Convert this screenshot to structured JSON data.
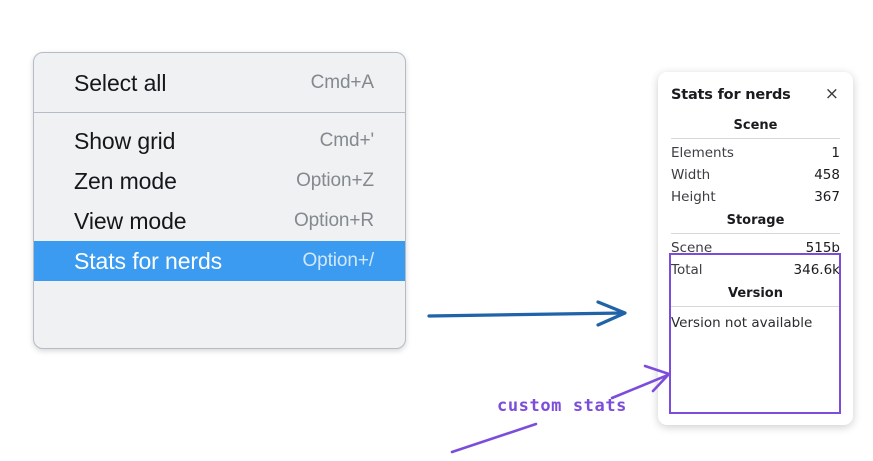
{
  "context_menu": {
    "groups": [
      {
        "items": [
          {
            "label": "Select all",
            "shortcut": "Cmd+A",
            "selected": false
          }
        ]
      },
      {
        "items": [
          {
            "label": "Show grid",
            "shortcut": "Cmd+'",
            "selected": false
          },
          {
            "label": "Zen mode",
            "shortcut": "Option+Z",
            "selected": false
          },
          {
            "label": "View mode",
            "shortcut": "Option+R",
            "selected": false
          },
          {
            "label": "Stats for nerds",
            "shortcut": "Option+/",
            "selected": true
          }
        ]
      }
    ],
    "selected_bg": "#3b9bf0"
  },
  "stats_panel": {
    "title": "Stats for nerds",
    "close_icon": "×",
    "sections": [
      {
        "name": "Scene",
        "rows": [
          {
            "key": "Elements",
            "value": "1"
          },
          {
            "key": "Width",
            "value": "458"
          },
          {
            "key": "Height",
            "value": "367"
          }
        ]
      },
      {
        "name": "Storage",
        "rows": [
          {
            "key": "Scene",
            "value": "515b"
          },
          {
            "key": "Total",
            "value": "346.6k"
          }
        ]
      },
      {
        "name": "Version",
        "full_rows": [
          "Version not available"
        ]
      }
    ]
  },
  "annotations": {
    "callout_text": "custom stats",
    "callout_color": "#7c4ddb",
    "flow_arrow_color": "#1f63a8"
  }
}
